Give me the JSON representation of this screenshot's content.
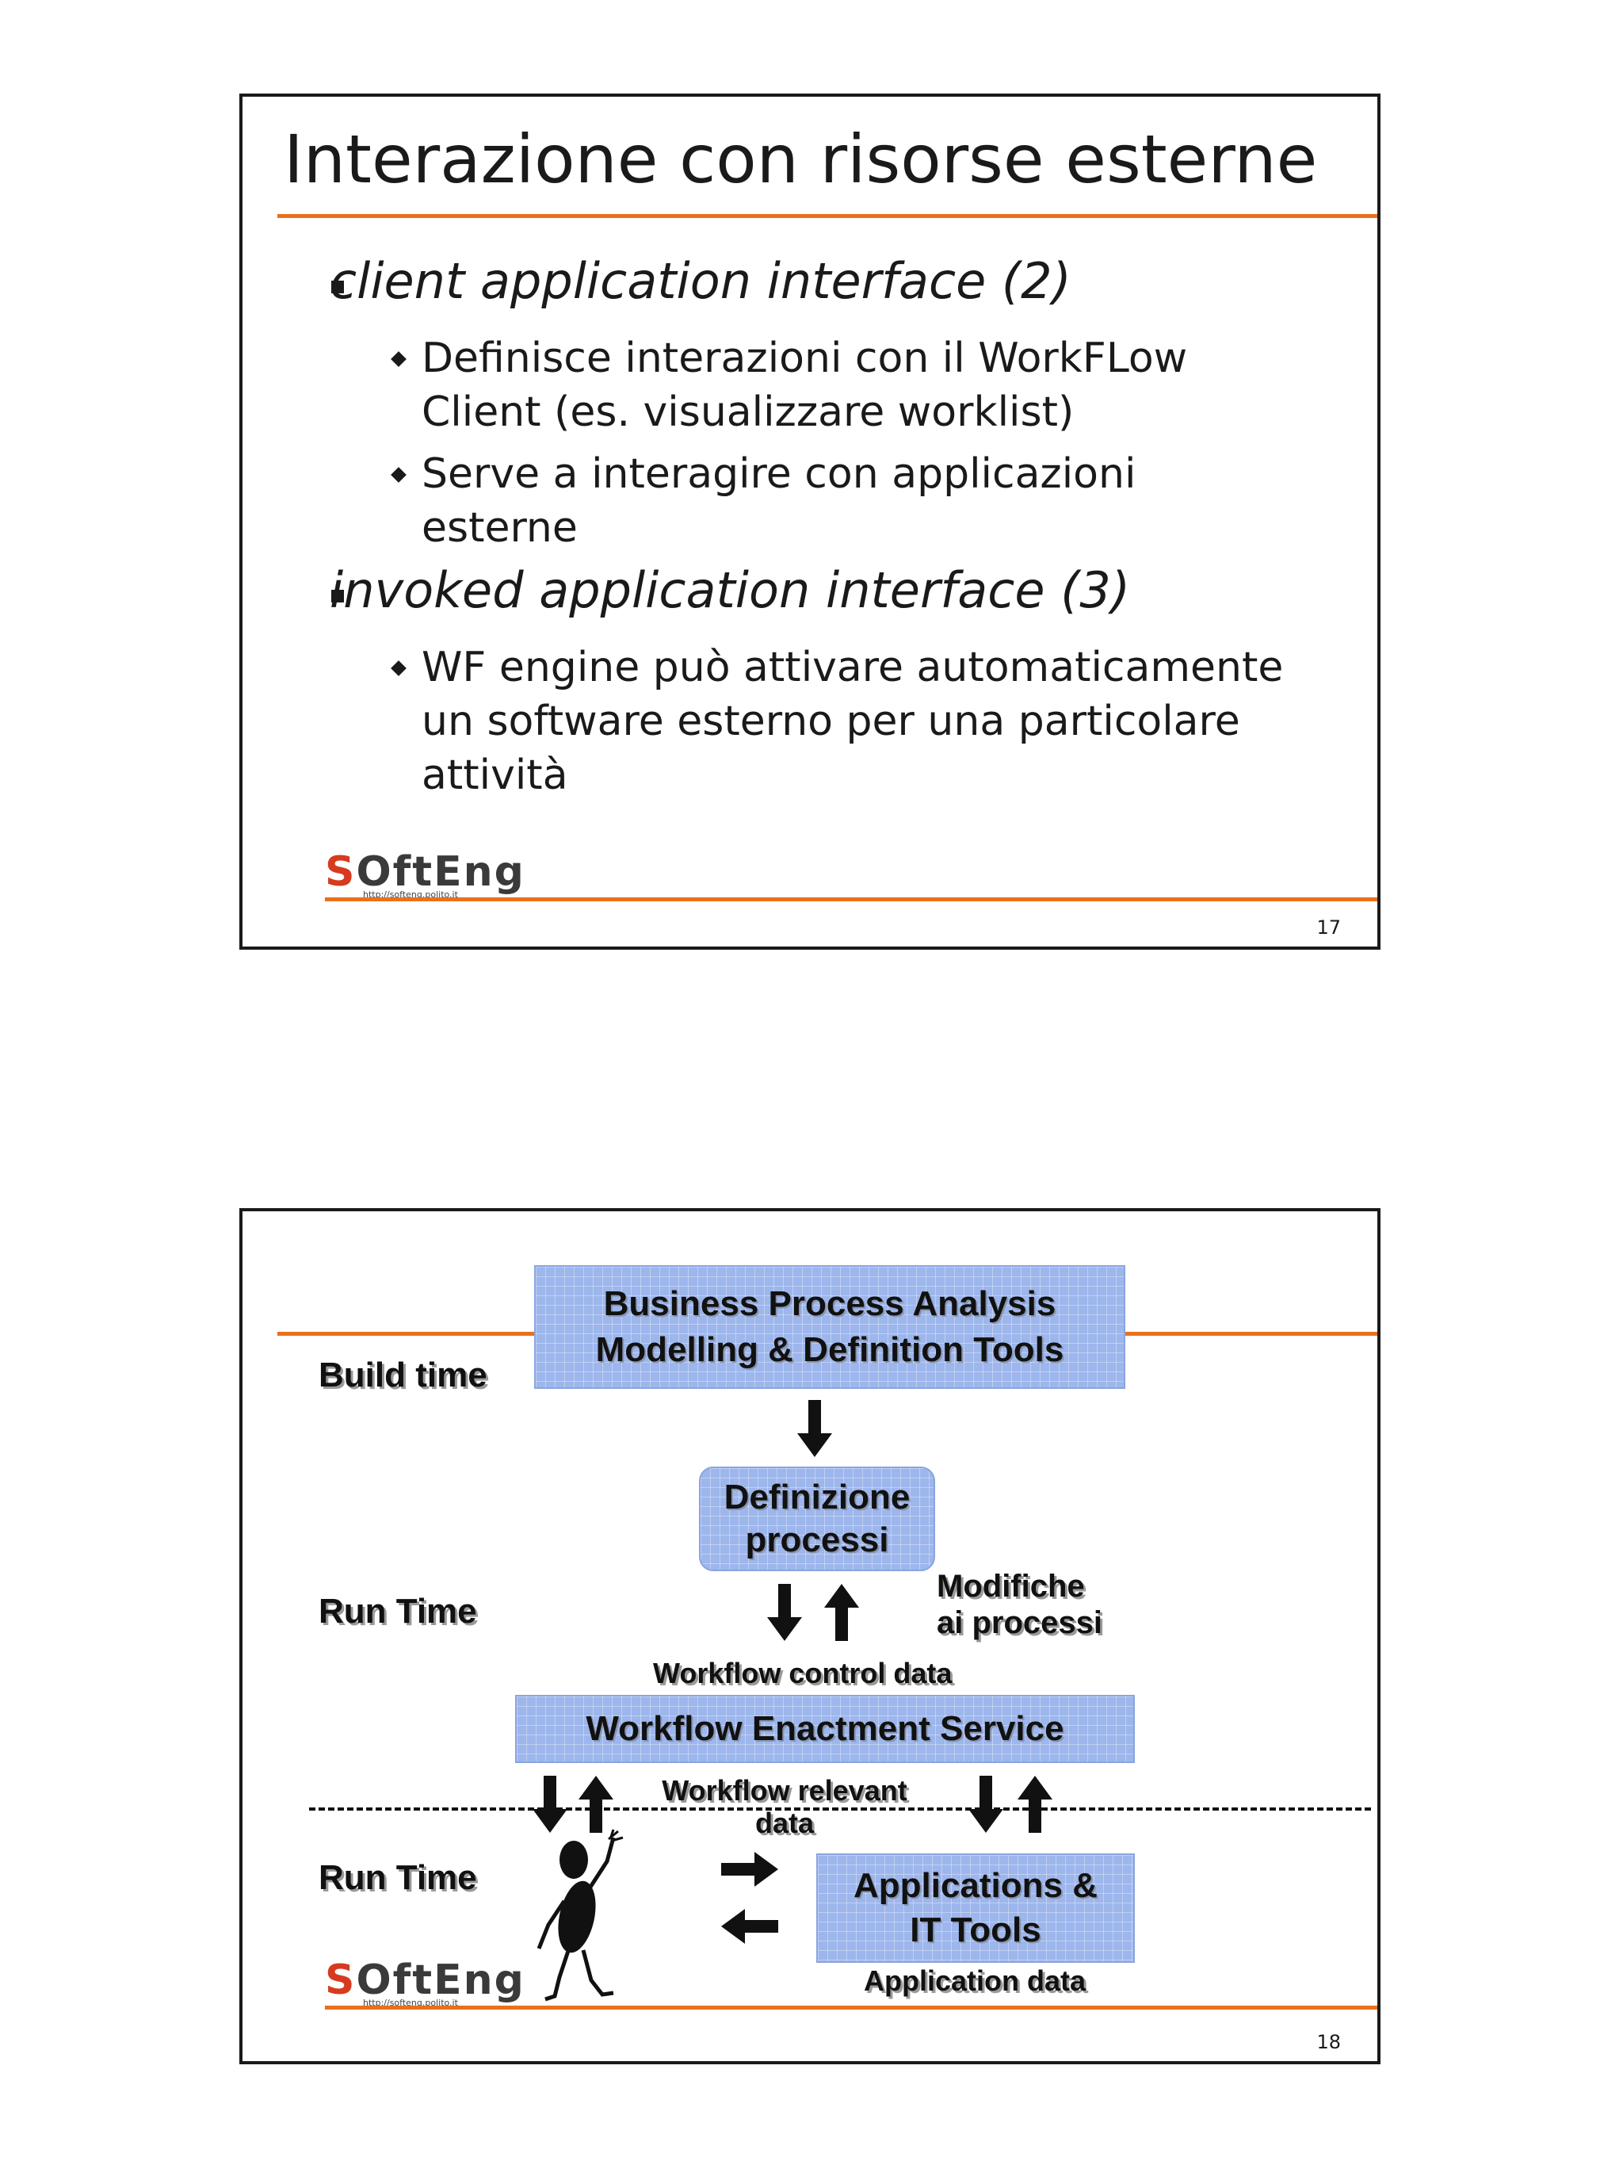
{
  "slide1": {
    "title": "Interazione con risorse esterne",
    "bullets": [
      {
        "text": "client application interface (2)",
        "subs": [
          "Definisce interazioni con il WorkFLow Client (es. visualizzare worklist)",
          "Serve a interagire con applicazioni esterne"
        ]
      },
      {
        "text": "invoked application interface (3)",
        "subs": [
          "WF engine può attivare automaticamente un software esterno per una particolare attività"
        ]
      }
    ],
    "logo": {
      "main_s": "S",
      "main_rest": "OftEng",
      "url": "http://softeng.polito.it"
    },
    "page_number": "17"
  },
  "slide2": {
    "labels": {
      "build_time": "Build time",
      "run_time_1": "Run Time",
      "run_time_2": "Run Time",
      "modifiche": "Modifiche\nai processi",
      "workflow_control_data": "Workflow control data",
      "workflow_relevant_data": "Workflow relevant\ndata",
      "application_data": "Application data"
    },
    "boxes": {
      "bpa": "Business Process Analysis\nModelling & Definition Tools",
      "definizione": "Definizione\nprocessi",
      "enactment": "Workflow Enactment Service",
      "applications": "Applications &\nIT Tools"
    },
    "logo": {
      "main_s": "S",
      "main_rest": "OftEng",
      "url": "http://softeng.polito.it"
    },
    "page_number": "18"
  },
  "colors": {
    "accent": "#e8711c",
    "box_blue": "#9db6ec",
    "text": "#1a1a1a"
  }
}
